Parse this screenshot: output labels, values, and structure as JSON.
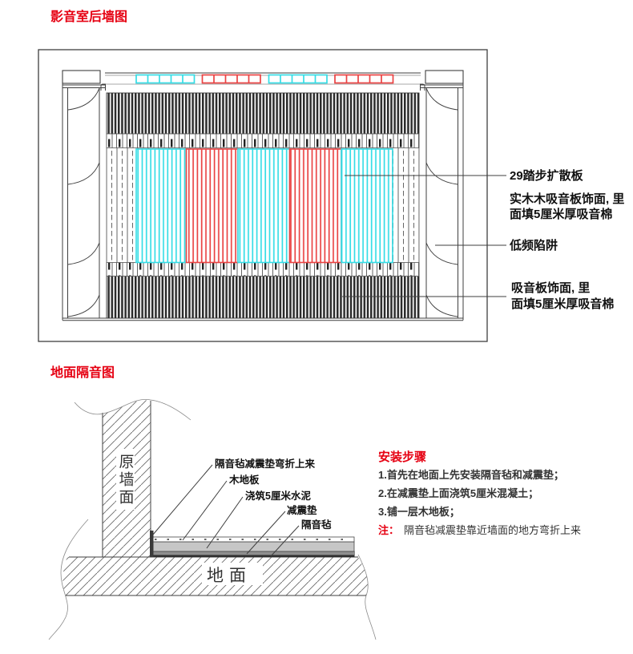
{
  "colors": {
    "accent_red": "#e60012",
    "diagram_line": "#3f3f3f",
    "diffuser_cyan": "#35dde6",
    "diffuser_red": "#ea4343",
    "cement_gray": "#c6c6c6",
    "damping_pad_gray": "#8f8f8f",
    "felt_dark": "#2f2f2f"
  },
  "wall_diagram": {
    "title": "影音室后墙图",
    "callouts": {
      "diffuser": "29踏步扩散板",
      "solid_wood_line1": "实木木吸音板饰面, 里",
      "solid_wood_line2": "面填5厘米厚吸音棉",
      "bass_trap": "低频陷阱",
      "absorber_line1": "吸音板饰面, 里",
      "absorber_line2": "面填5厘米厚吸音棉"
    }
  },
  "floor_diagram": {
    "title": "地面隔音图",
    "part_labels": {
      "original_wall": "原墙面",
      "ground": "地面",
      "bent_up_felt": "隔音毡减震垫弯折上来",
      "wood_floor": "木地板",
      "cement": "浇筑5厘米水泥",
      "damping_pad": "减震垫",
      "sound_felt": "隔音毡"
    },
    "install_steps": {
      "title": "安装步骤",
      "step1": "1.首先在地面上先安装隔音毡和减震垫；",
      "step2": "2.在减震垫上面浇筑5厘米混凝土；",
      "step3": "3.铺一层木地板；",
      "note_prefix": "注：",
      "note_text": "隔音毡减震垫靠近墙面的地方弯折上来"
    }
  }
}
